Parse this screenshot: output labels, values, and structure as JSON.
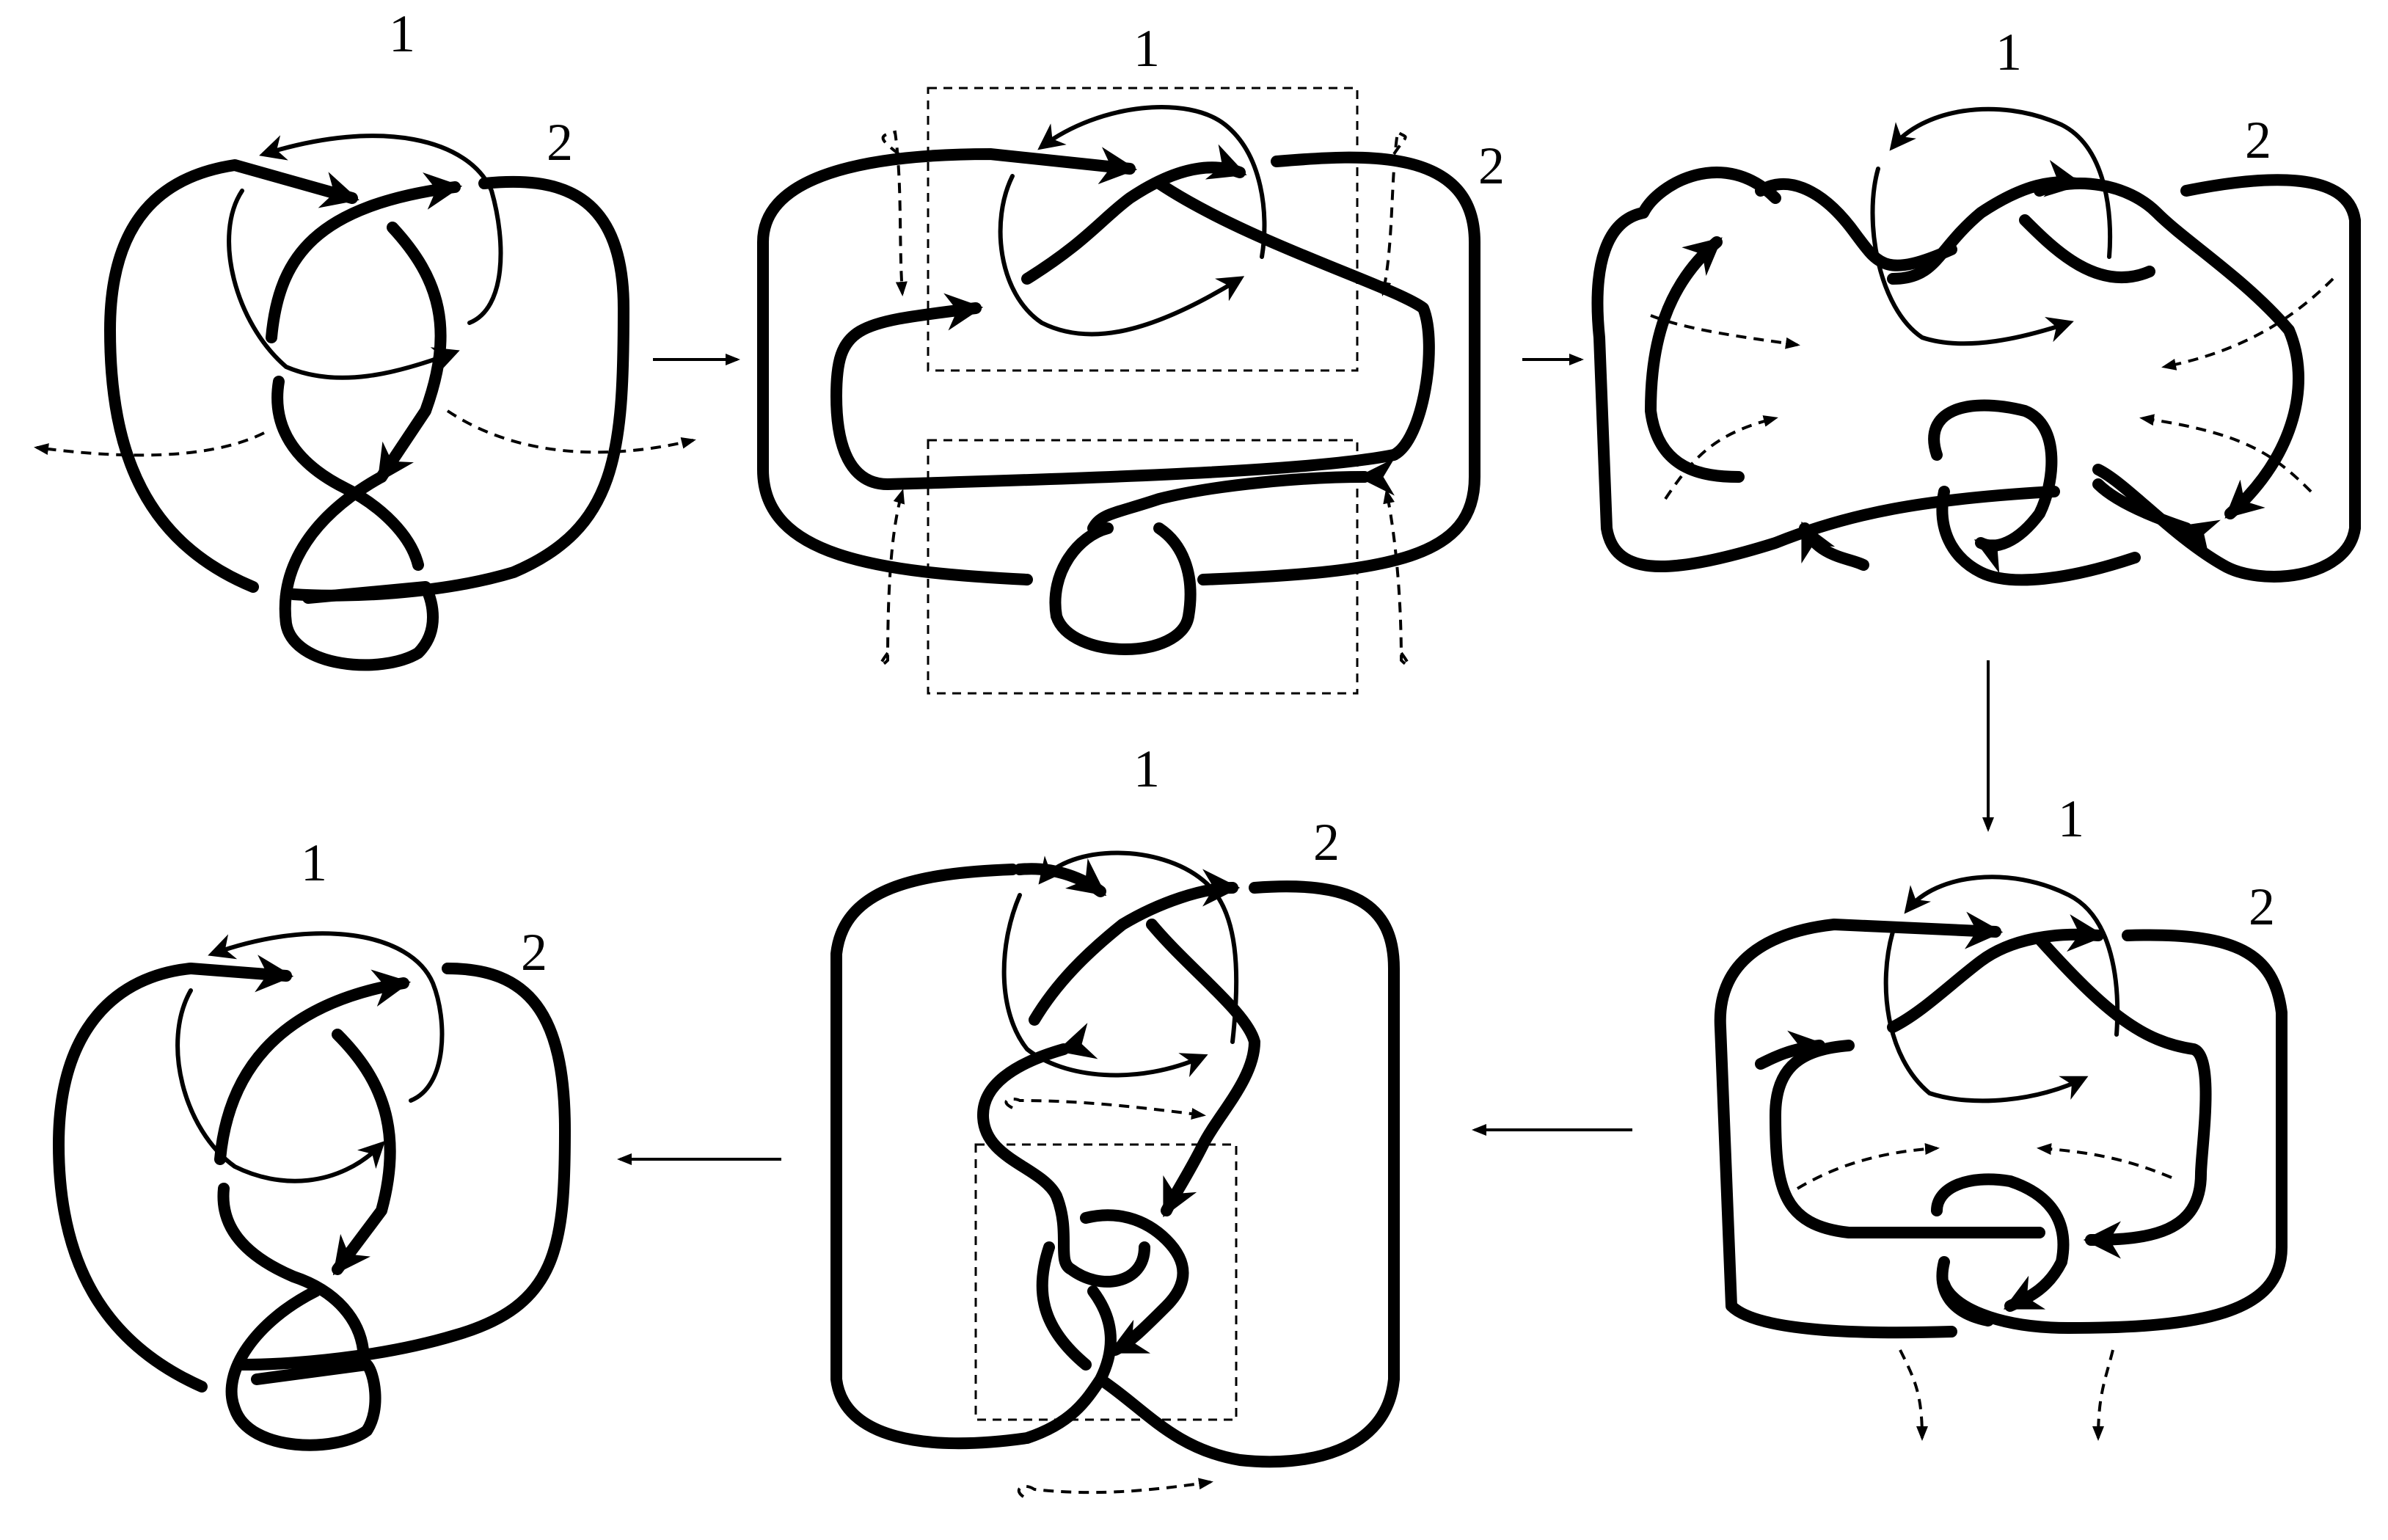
{
  "panels": [
    {
      "id": "p1",
      "strand_labels": [
        "1",
        "2"
      ]
    },
    {
      "id": "p2",
      "strand_labels": [
        "1",
        "2"
      ]
    },
    {
      "id": "p3",
      "strand_labels": [
        "1",
        "2"
      ]
    },
    {
      "id": "p4",
      "strand_labels": [
        "1",
        "2"
      ]
    },
    {
      "id": "p5",
      "strand_labels": [
        "1",
        "2"
      ]
    },
    {
      "id": "p6",
      "strand_labels": [
        "1",
        "2"
      ]
    }
  ],
  "colors": {
    "ink": "#000000",
    "background": "#ffffff"
  }
}
